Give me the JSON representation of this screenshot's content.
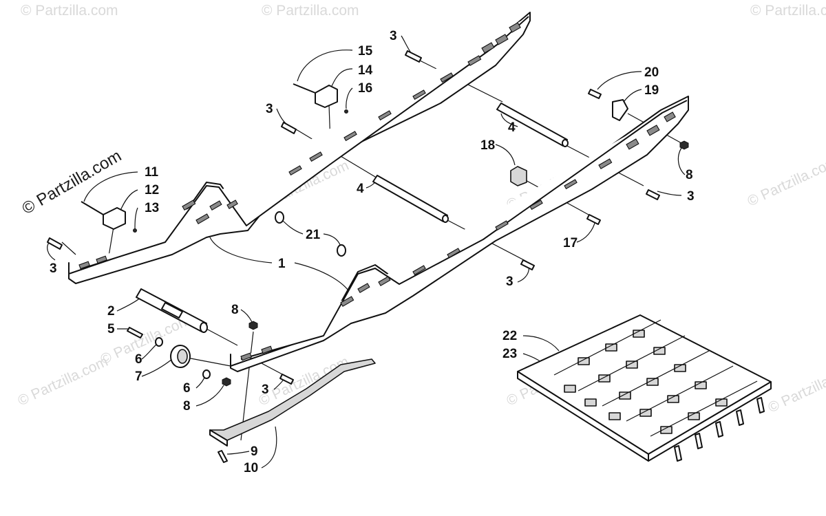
{
  "watermark": {
    "primary": "© Partzilla.com",
    "repeated": "© Partzilla.com"
  },
  "callouts": {
    "c1": "1",
    "c2": "2",
    "c3a": "3",
    "c3b": "3",
    "c3c": "3",
    "c3d": "3",
    "c3e": "3",
    "c3f": "3",
    "c4a": "4",
    "c4b": "4",
    "c5": "5",
    "c6a": "6",
    "c6b": "6",
    "c7": "7",
    "c8a": "8",
    "c8b": "8",
    "c8c": "8",
    "c9": "9",
    "c10": "10",
    "c11": "11",
    "c12": "12",
    "c13": "13",
    "c14": "14",
    "c15": "15",
    "c16": "16",
    "c17": "17",
    "c18": "18",
    "c19": "19",
    "c20": "20",
    "c21": "21",
    "c22": "22",
    "c23": "23"
  }
}
